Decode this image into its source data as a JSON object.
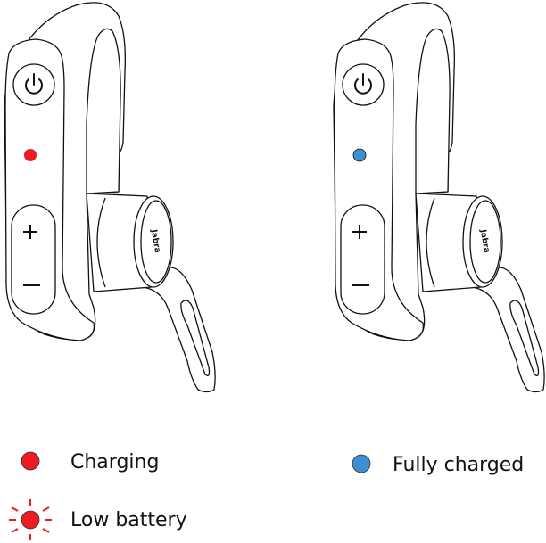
{
  "headsets": [
    {
      "state": "charging",
      "led_color": "#ED1C24",
      "brand_text": "Jabra"
    },
    {
      "state": "fully-charged",
      "led_color": "#3D8FD1",
      "brand_text": "Jabra"
    }
  ],
  "legend": [
    {
      "label": "Charging",
      "color": "#ED1C24",
      "icon": "solid-dot-icon"
    },
    {
      "label": "Fully charged",
      "color": "#3D8FD1",
      "icon": "solid-dot-icon"
    },
    {
      "label": "Low battery",
      "color": "#ED1C24",
      "icon": "flashing-dot-icon"
    }
  ]
}
